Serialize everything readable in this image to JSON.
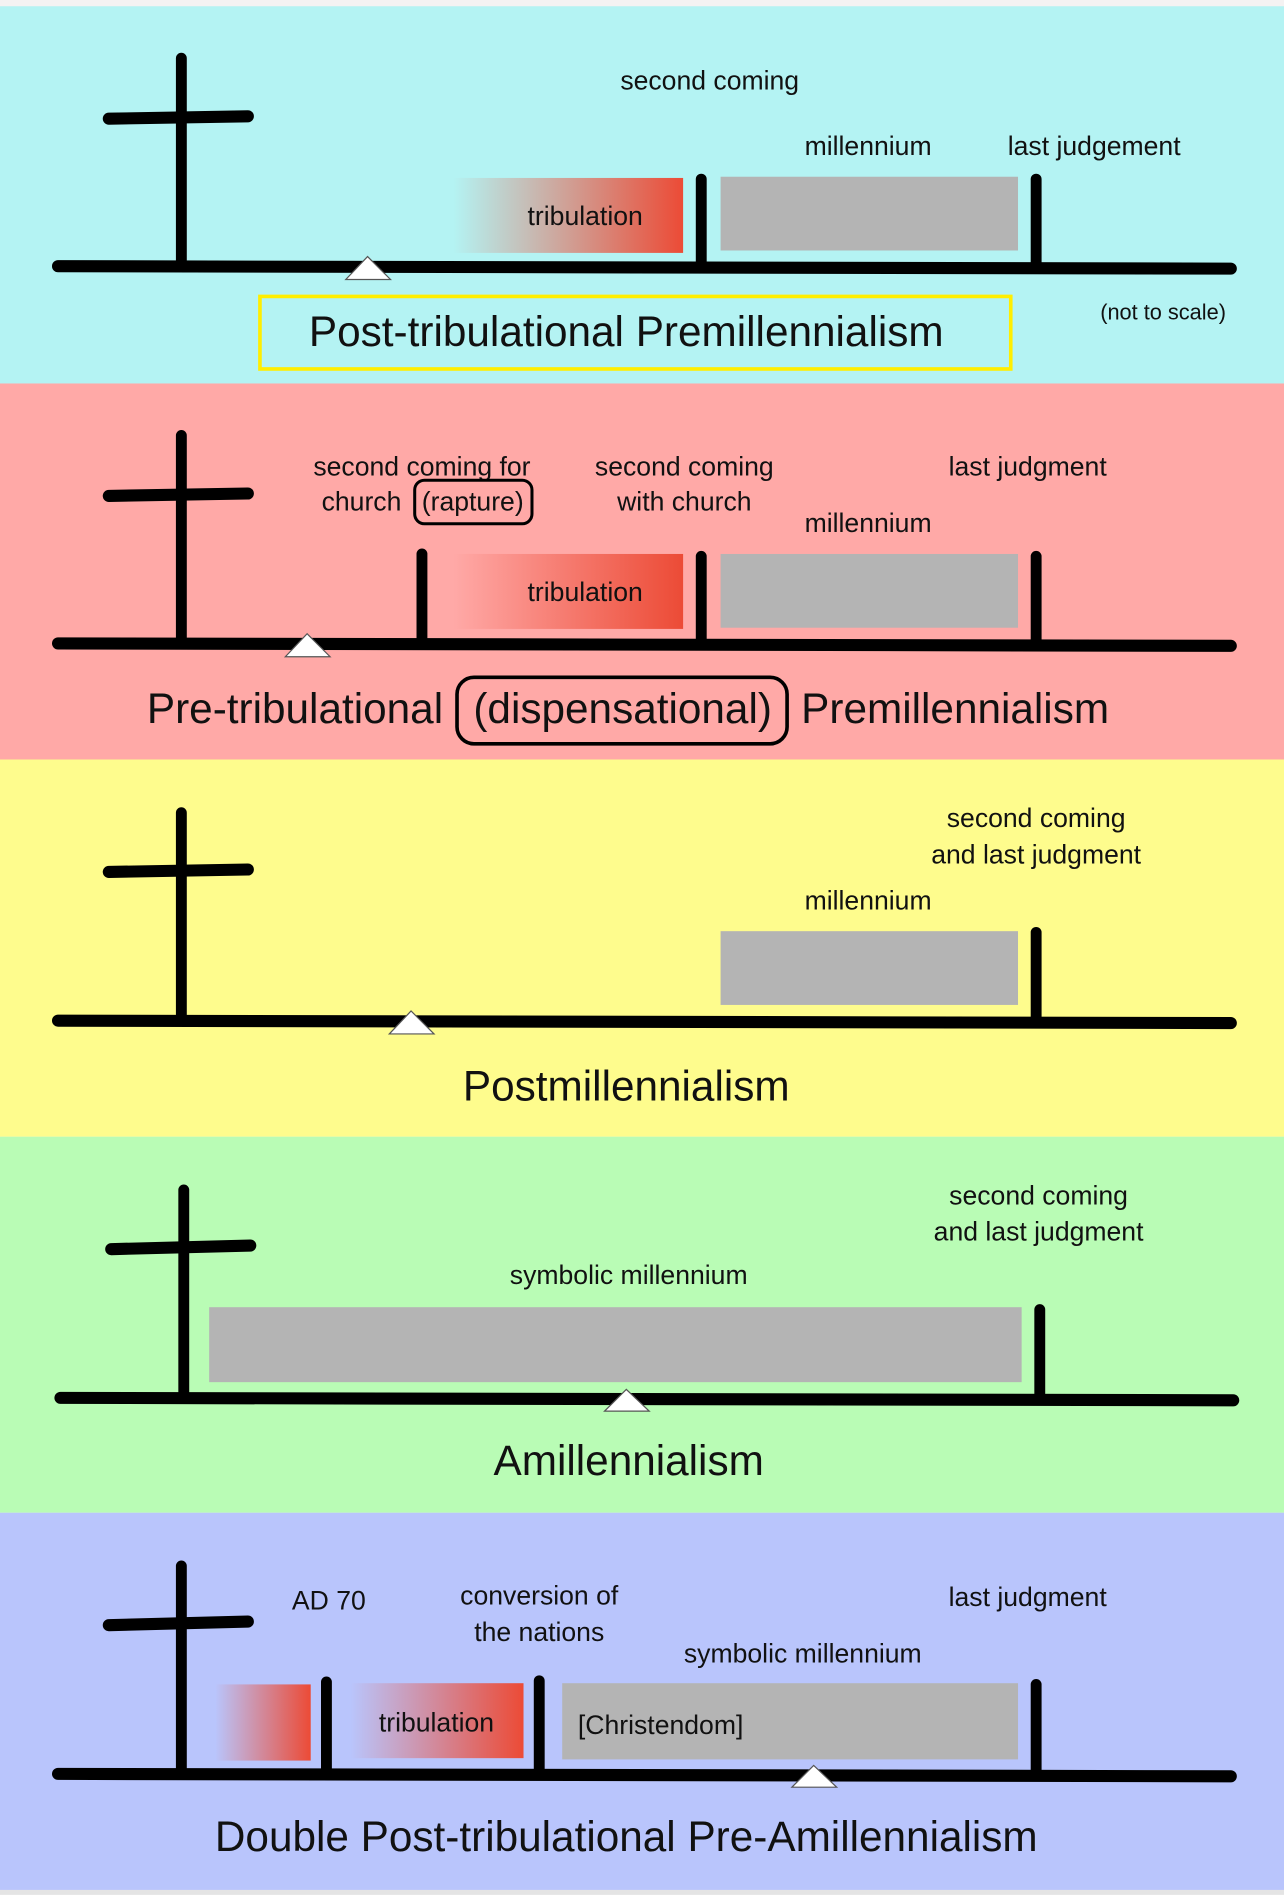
{
  "colors": {
    "panel1": "#b4f3f3",
    "panel2": "#ffa9a7",
    "panel3": "#fefc8d",
    "panel4": "#b9fcb5",
    "panel5": "#b9c5fc",
    "tribulation": "#ec4b36",
    "millennium": "#b4b4b4",
    "highlight": "#ffee00"
  },
  "panels": [
    {
      "title": "Post-tribulational Premillennialism",
      "note": "(not to scale)",
      "labels": {
        "second_coming": "second coming",
        "millennium": "millennium",
        "last_judgement": "last judgement",
        "tribulation": "tribulation"
      }
    },
    {
      "title_part1": "Pre-tribulational",
      "title_part2": "(dispensational)",
      "title_part3": "Premillennialism",
      "labels": {
        "rapture_line1": "second coming for",
        "rapture_line2a": "church",
        "rapture_line2b": "(rapture)",
        "second_coming_line1": "second coming",
        "second_coming_line2": "with church",
        "millennium": "millennium",
        "last_judgment": "last judgment",
        "tribulation": "tribulation"
      }
    },
    {
      "title": "Postmillennialism",
      "labels": {
        "line1": "second coming",
        "line2": "and last judgment",
        "millennium": "millennium"
      }
    },
    {
      "title": "Amillennialism",
      "labels": {
        "line1": "second coming",
        "line2": "and last judgment",
        "millennium": "symbolic millennium"
      }
    },
    {
      "title": "Double Post-tribulational Pre-Amillennialism",
      "labels": {
        "ad70": "AD 70",
        "conversion_line1": "conversion of",
        "conversion_line2": "the nations",
        "millennium": "symbolic millennium",
        "last_judgment": "last judgment",
        "tribulation": "tribulation",
        "christendom": "[Christendom]"
      }
    }
  ]
}
